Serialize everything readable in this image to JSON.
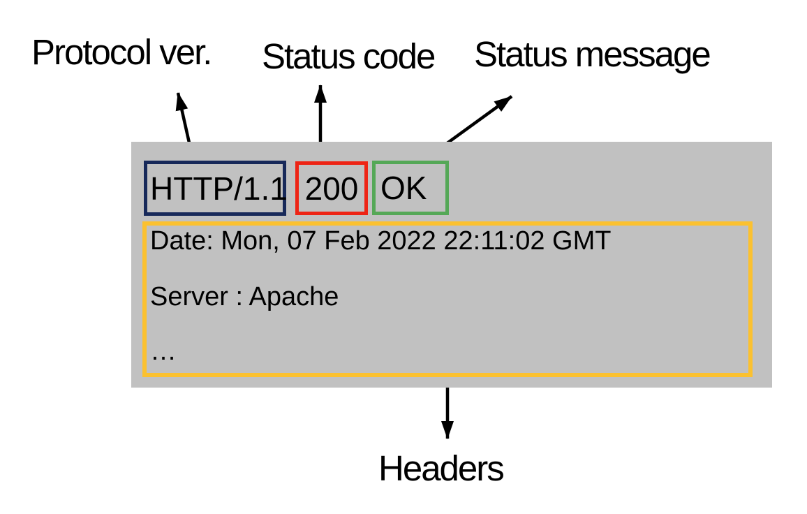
{
  "diagram": {
    "labels": {
      "protocol_ver": "Protocol ver.",
      "status_code": "Status code",
      "status_message": "Status message",
      "headers": "Headers"
    },
    "response": {
      "protocol_version": "HTTP/1.1",
      "status_code": "200",
      "status_message": "OK",
      "header_lines": [
        "Date: Mon, 07 Feb 2022 22:11:02 GMT",
        "Server : Apache",
        "…"
      ]
    },
    "colors": {
      "panel_background": "#c1c1c1",
      "protocol_box_border": "#17295a",
      "status_code_box_border": "#ee2415",
      "status_message_box_border": "#55a857",
      "headers_box_border": "#fbc130",
      "arrow": "#000000",
      "text": "#000000"
    }
  }
}
